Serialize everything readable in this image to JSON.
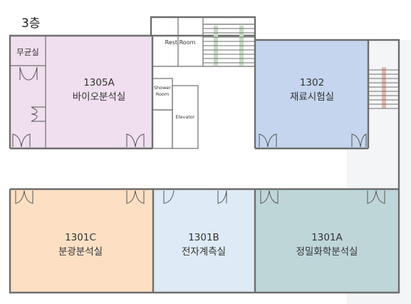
{
  "floor": {
    "title": "3층"
  },
  "rooms": {
    "r1305a": {
      "number": "1305A",
      "name": "바이오분석실",
      "color": "#f0dfee"
    },
    "mugyun": {
      "name": "무균실",
      "color": "#f0dfee"
    },
    "rest": {
      "name": "Rest Room"
    },
    "shower": {
      "line1": "Shower",
      "line2": "Room"
    },
    "elevator": {
      "name": "Elevator"
    },
    "r1302": {
      "number": "1302",
      "name": "재료시험실",
      "color": "#c5d5ee"
    },
    "r1301c": {
      "number": "1301C",
      "name": "분광분석실",
      "color": "#fde0c4"
    },
    "r1301b": {
      "number": "1301B",
      "name": "전자계측실",
      "color": "#deeaf6"
    },
    "r1301a": {
      "number": "1301A",
      "name": "정밀화학분석실",
      "color": "#bfd6d9"
    }
  },
  "colors": {
    "wall": "#6e6e6e",
    "corridor": "#ffffff",
    "stair_accent": "#c7dcc4",
    "stair_accent2": "#e3b9ad"
  }
}
